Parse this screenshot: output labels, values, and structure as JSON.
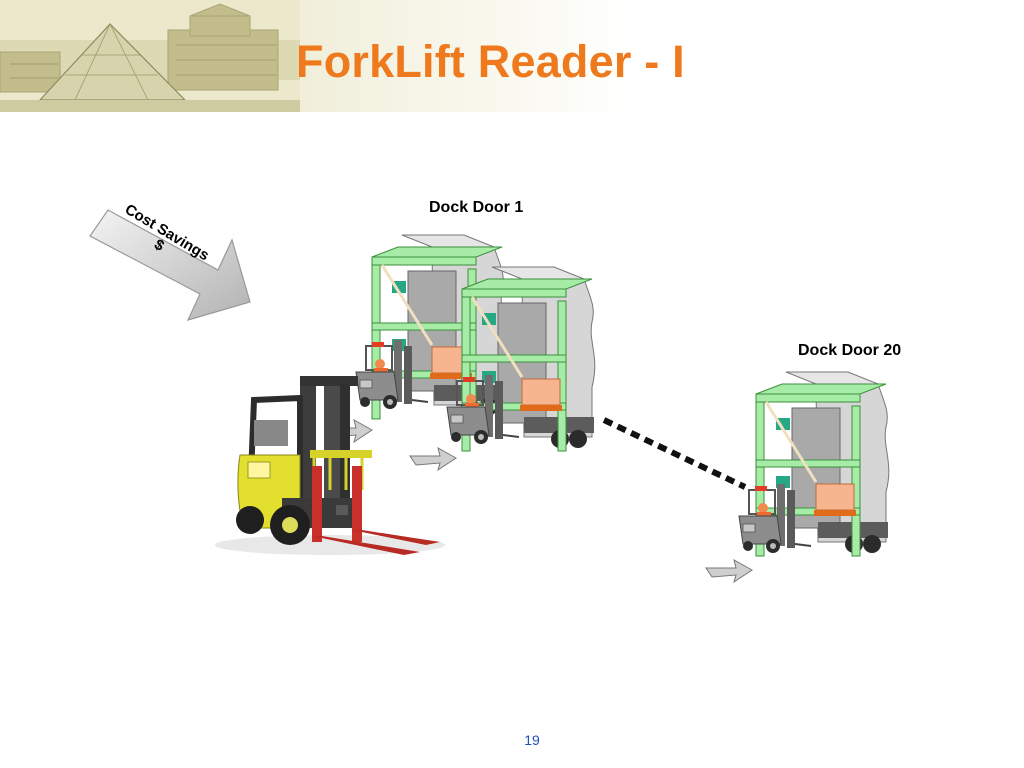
{
  "slide": {
    "title": "ForkLift Reader - I",
    "page_number": "19"
  },
  "diagram": {
    "dock_door_1": "Dock Door 1",
    "dock_door_20": "Dock Door 20",
    "callout": {
      "line1": "Cost Savings",
      "line2": "$"
    }
  },
  "colors": {
    "title": "#ef7a1e",
    "rack_frame": "#9be89b",
    "forklift_yellow": "#e3df2e",
    "fork_red": "#c9302a",
    "trailer_gray": "#d4d4d4",
    "page_number": "#1f4fbf"
  },
  "icons": [
    "louvre-pyramid-banner-icon",
    "cost-savings-arrow-icon",
    "dock-door-icon",
    "forklift-icon",
    "direction-arrow-icon"
  ]
}
